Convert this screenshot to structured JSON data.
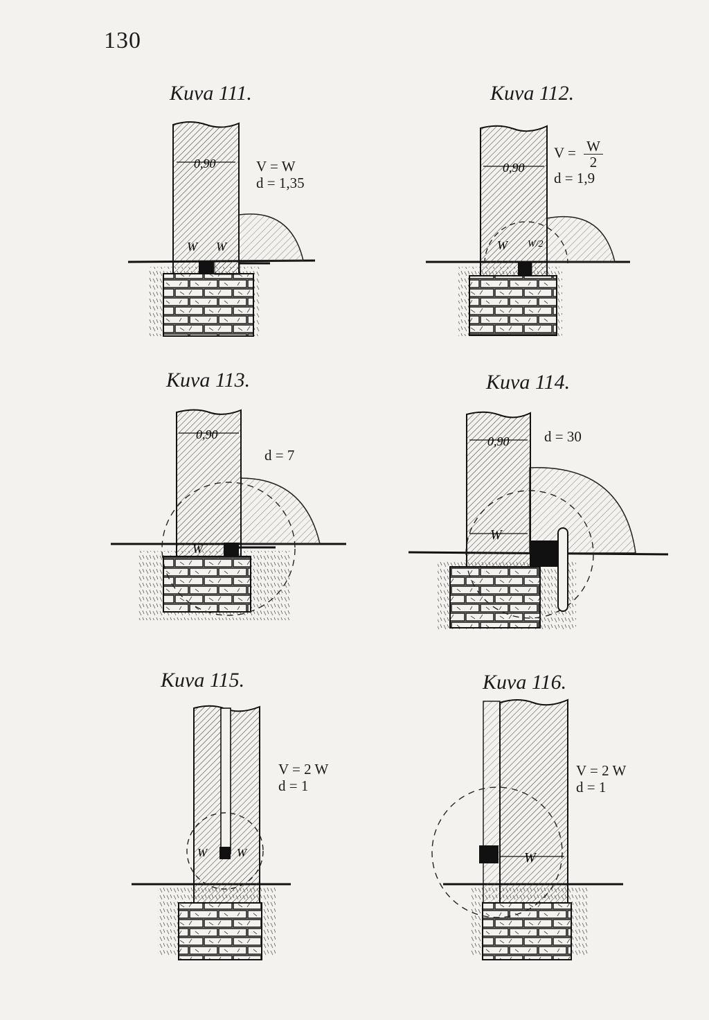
{
  "page_number": "130",
  "figures": [
    {
      "caption": "Kuva 111.",
      "dimension": "0,90",
      "formula": {
        "line1": "V = W",
        "line2": "d = 1,35"
      },
      "labels": [
        "W",
        "W"
      ]
    },
    {
      "caption": "Kuva 112.",
      "dimension": "0,90",
      "formula": {
        "v_prefix": "V =",
        "numerator": "W",
        "denominator": "2",
        "line2": "d = 1,9"
      },
      "labels": [
        "W",
        "W/2"
      ]
    },
    {
      "caption": "Kuva 113.",
      "dimension": "0,90",
      "formula": {
        "line2": "d = 7"
      },
      "labels": [
        "W"
      ]
    },
    {
      "caption": "Kuva 114.",
      "dimension": "0,90",
      "formula": {
        "line2": "d = 30"
      },
      "labels": [
        "W"
      ]
    },
    {
      "caption": "Kuva 115.",
      "formula": {
        "line1": "V = 2 W",
        "line2": "d = 1"
      },
      "labels": [
        "W",
        "W"
      ]
    },
    {
      "caption": "Kuva 116.",
      "formula": {
        "line1": "V = 2 W",
        "line2": "d = 1"
      },
      "labels": [
        "W"
      ]
    }
  ]
}
